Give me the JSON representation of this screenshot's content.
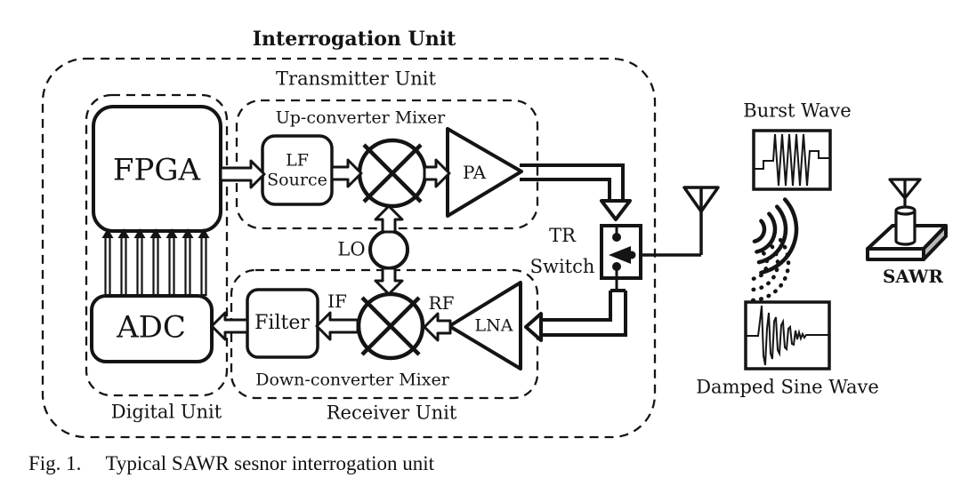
{
  "figure": {
    "title": "Interrogation Unit",
    "caption_label": "Fig. 1.",
    "caption_text": "Typical SAWR sesnor interrogation unit"
  },
  "units": {
    "transmitter": "Transmitter Unit",
    "receiver": "Receiver Unit",
    "digital": "Digital Unit",
    "up_converter": "Up-converter Mixer",
    "down_converter": "Down-converter Mixer"
  },
  "blocks": {
    "fpga": "FPGA",
    "adc": "ADC",
    "lf_source_line1": "LF",
    "lf_source_line2": "Source",
    "pa": "PA",
    "lna": "LNA",
    "filter": "Filter",
    "lo": "LO",
    "if_signal": "IF",
    "rf_signal": "RF",
    "tr_switch_line1": "TR",
    "tr_switch_line2": "Switch"
  },
  "right_side": {
    "burst_wave": "Burst Wave",
    "damped_sine_wave": "Damped Sine Wave",
    "sawr": "SAWR"
  },
  "colors": {
    "ink": "#141414",
    "background": "#ffffff",
    "slab_shade": "#b9b9b9"
  }
}
